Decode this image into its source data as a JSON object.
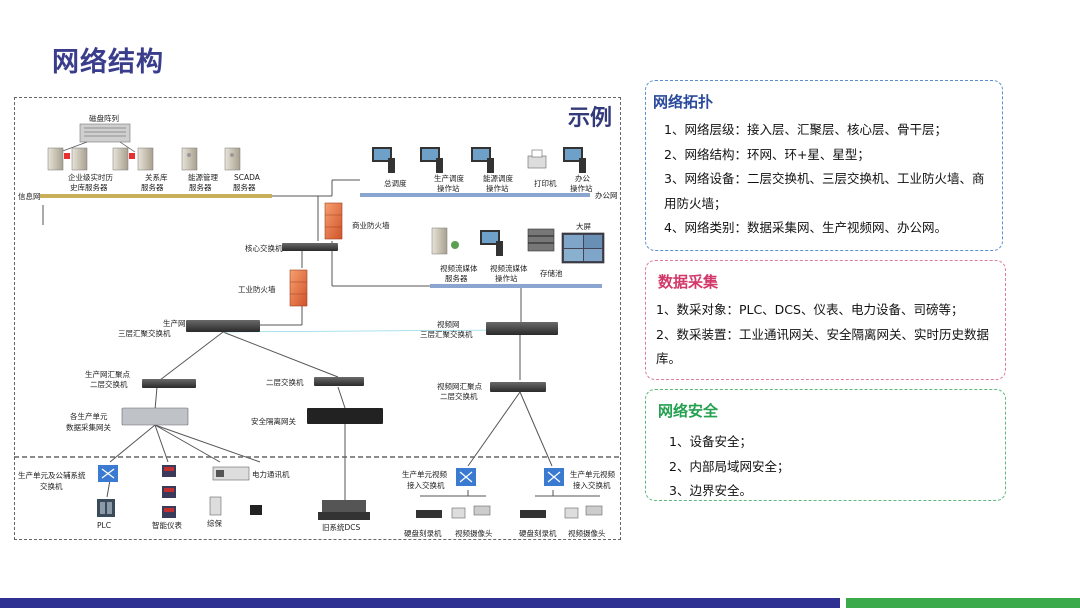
{
  "page": {
    "title": "网络结构"
  },
  "diagram": {
    "example_label": "示例",
    "labels": {
      "disk_array": "磁盘阵列",
      "ent_history_server_1": "企业级实时历",
      "ent_history_server_2": "史库服务器",
      "relational_db_server_1": "关系库",
      "relational_db_server_2": "服务器",
      "energy_server_1": "能源管理",
      "energy_server_2": "服务器",
      "scada_server_1": "SCADA",
      "scada_server_2": "服务器",
      "info_net": "信息网",
      "office_net": "办公网",
      "dispatch": "总调度",
      "prod_dispatch_1": "生产调度",
      "prod_dispatch_2": "操作站",
      "energy_dispatch_1": "能源调度",
      "energy_dispatch_2": "操作站",
      "printer": "打印机",
      "office_station_1": "办公",
      "office_station_2": "操作站",
      "commercial_firewall": "商业防火墙",
      "core_switch": "核心交换机",
      "industrial_firewall": "工业防火墙",
      "big_screen": "大屏",
      "video_stream_server_1": "视频流媒体",
      "video_stream_server_2": "服务器",
      "video_stream_station_1": "视频流媒体",
      "video_stream_station_2": "操作站",
      "storage_pool": "存储池",
      "prod_l3_switch_1": "生产网",
      "prod_l3_switch_2": "三层汇聚交换机",
      "video_l3_switch_1": "视频网",
      "video_l3_switch_2": "三层汇聚交换机",
      "prod_agg_l2_1": "生产网汇聚点",
      "prod_agg_l2_2": "二层交换机",
      "l2_switch": "二层交换机",
      "video_agg_l2_1": "视频网汇聚点",
      "video_agg_l2_2": "二层交换机",
      "unit_gateway_1": "各生产单元",
      "unit_gateway_2": "数据采集网关",
      "security_gateway": "安全隔离网关",
      "aux_access_switch_1": "生产单元及公辅系统",
      "aux_access_switch_2": "交换机",
      "plc": "PLC",
      "smart_meter": "智能仪表",
      "power_comm": "电力通讯机",
      "relay_protection": "综保",
      "legacy_dcs": "旧系统DCS",
      "video_access_1a": "生产单元视频",
      "video_access_1b": "接入交换机",
      "video_access_2a": "生产单元视频",
      "video_access_2b": "接入交换机",
      "nvr_1": "硬盘刻录机",
      "camera_1": "视频摄像头",
      "nvr_2": "硬盘刻录机",
      "camera_2": "视频摄像头"
    }
  },
  "panels": [
    {
      "title": "网络拓扑",
      "items": [
        "1、网络层级：接入层、汇聚层、核心层、骨干层；",
        "2、网络结构：环网、环+星、星型；",
        "3、网络设备：二层交换机、三层交换机、工业防火墙、商用防火墙；",
        "4、网络类别：数据采集网、生产视频网、办公网。"
      ]
    },
    {
      "title": "数据采集",
      "items": [
        "1、数采对象：PLC、DCS、仪表、电力设备、司磅等；",
        "2、数采装置：工业通讯网关、安全隔离网关、实时历史数据库。"
      ]
    },
    {
      "title": "网络安全",
      "items": [
        "1、设备安全；",
        "2、内部局域网安全；",
        "3、边界安全。"
      ]
    }
  ],
  "colors": {
    "title": "#3a3d8c",
    "topology": "#2a4a9c",
    "collection": "#d2386a",
    "security": "#23a050",
    "footer_left": "#2e3191",
    "footer_right": "#3aaa4a"
  }
}
